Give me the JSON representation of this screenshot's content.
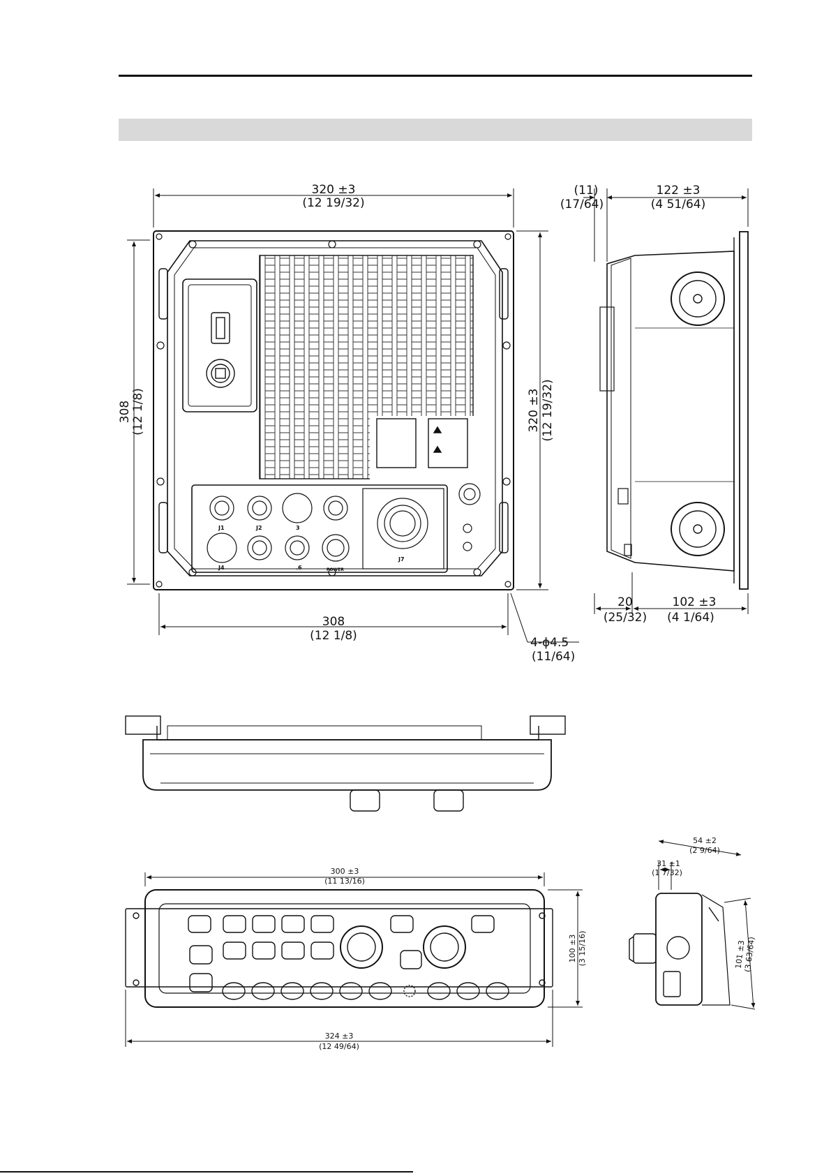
{
  "section": {
    "label": ""
  },
  "rear_view": {
    "width_top": "320 ±3",
    "width_top_in": "(12 19/32)",
    "height_left": "308",
    "height_left_in": "(12 1/8)",
    "height_right": "320 ±3",
    "height_right_in": "(12 19/32)",
    "width_bottom": "308",
    "width_bottom_in": "(12 1/8)",
    "holes": "4-ϕ4.5",
    "holes_in": "(11/64)",
    "connectors": [
      "J1",
      "J2",
      "3",
      "J4",
      ".6",
      "POWER",
      "J7"
    ]
  },
  "side_view": {
    "depth_offset": "(11)",
    "depth_offset_in": "(17/64)",
    "depth_top": "122 ±3",
    "depth_top_in": "(4 51/64)",
    "depth_left": "20",
    "depth_left_in": "(25/32)",
    "depth_bottom": "102 ±3",
    "depth_bottom_in": "(4 1/64)"
  },
  "control_unit": {
    "width_top": "300 ±3",
    "width_top_in": "(11 13/16)",
    "height": "100 ±3",
    "height_in": "(3 15/16)",
    "width_bottom": "324 ±3",
    "width_bottom_in": "(12 49/64)"
  },
  "control_side": {
    "depth_total": "54 ±2",
    "depth_total_in": "(2 9/64)",
    "depth_part": "31 ±1",
    "depth_part_in": "(1 7/32)",
    "height": "101 ±3",
    "height_in": "(3 63/64)"
  }
}
